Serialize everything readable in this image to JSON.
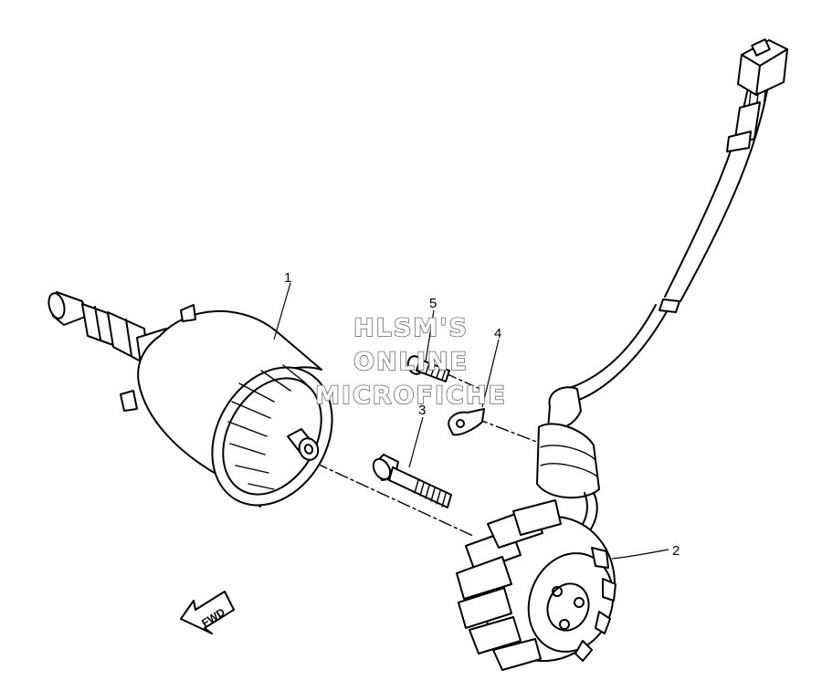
{
  "diagram": {
    "callouts": [
      {
        "id": "1",
        "label": "1"
      },
      {
        "id": "2",
        "label": "2"
      },
      {
        "id": "3",
        "label": "3"
      },
      {
        "id": "4",
        "label": "4"
      },
      {
        "id": "5",
        "label": "5"
      }
    ],
    "direction_arrow": {
      "label": "FWD"
    },
    "watermark": {
      "lines": [
        "HLSM'S",
        "ONLINE",
        "MICROFICHE"
      ]
    },
    "colors": {
      "line": "#000000",
      "background": "#ffffff",
      "watermark_outline": "#6e6e6e"
    }
  }
}
